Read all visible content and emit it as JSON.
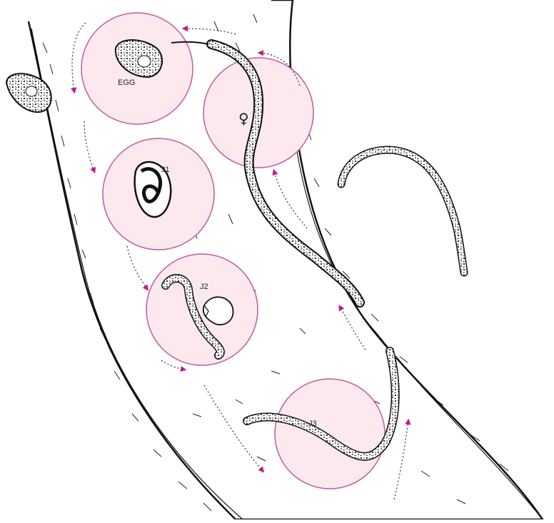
{
  "stages": [
    {
      "id": "egg",
      "label": "EGG"
    },
    {
      "id": "female",
      "label": "♀"
    },
    {
      "id": "j1",
      "label": "J1"
    },
    {
      "id": "j2",
      "label": "J2"
    },
    {
      "id": "j3",
      "label": "J3"
    }
  ],
  "colors": {
    "circle_fill": "#fbe9ee",
    "circle_stroke": "#c25aa0",
    "arrow": "#c2188f",
    "ink": "#111111",
    "background": "#ffffff"
  }
}
